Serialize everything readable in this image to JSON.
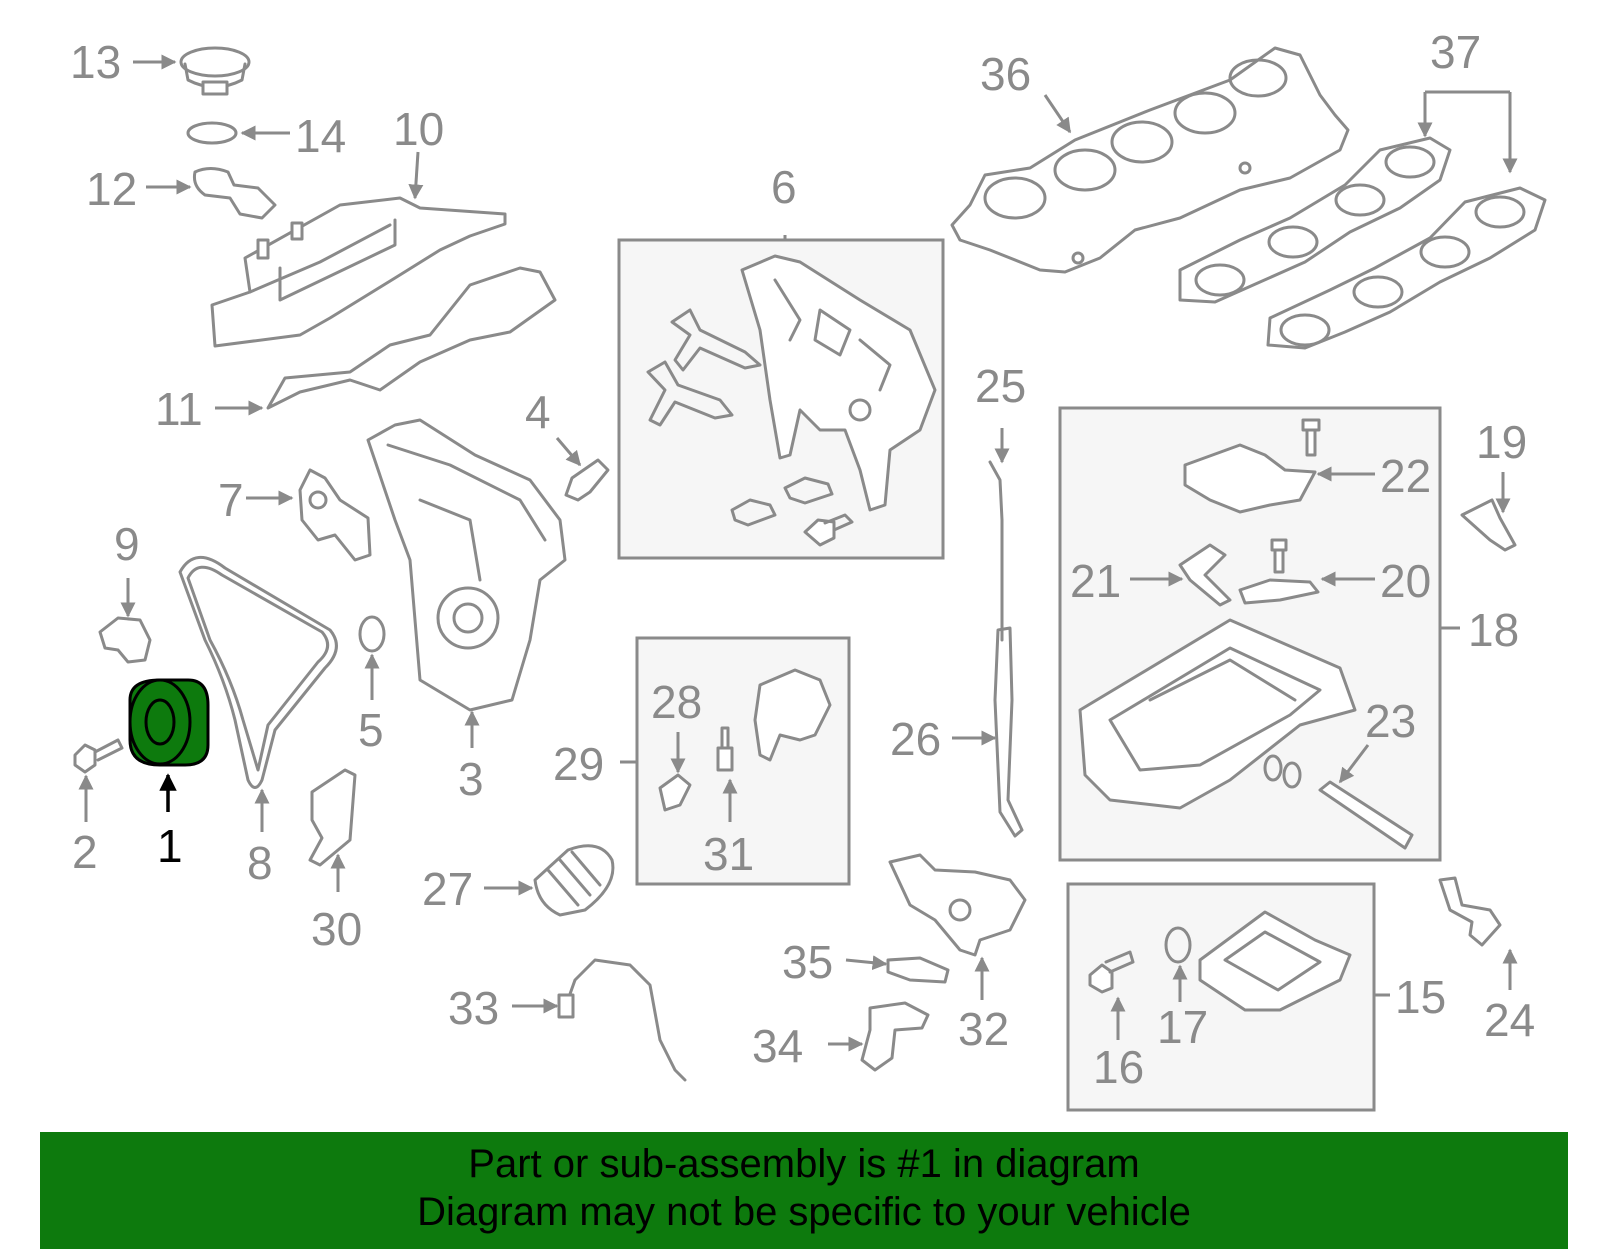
{
  "diagram": {
    "selected_part": "1",
    "highlight_color": "#0d7a0d",
    "line_color": "#8a8a8a",
    "callouts": [
      "1",
      "2",
      "3",
      "4",
      "5",
      "6",
      "7",
      "8",
      "9",
      "10",
      "11",
      "12",
      "13",
      "14",
      "15",
      "16",
      "17",
      "18",
      "19",
      "20",
      "21",
      "22",
      "23",
      "24",
      "25",
      "26",
      "27",
      "28",
      "29",
      "30",
      "31",
      "32",
      "33",
      "34",
      "35",
      "36",
      "37"
    ]
  },
  "banner": {
    "background": "#0d7a0d",
    "line1": "Part or sub-assembly is #1 in diagram",
    "line2": "Diagram may not be specific to your vehicle"
  }
}
